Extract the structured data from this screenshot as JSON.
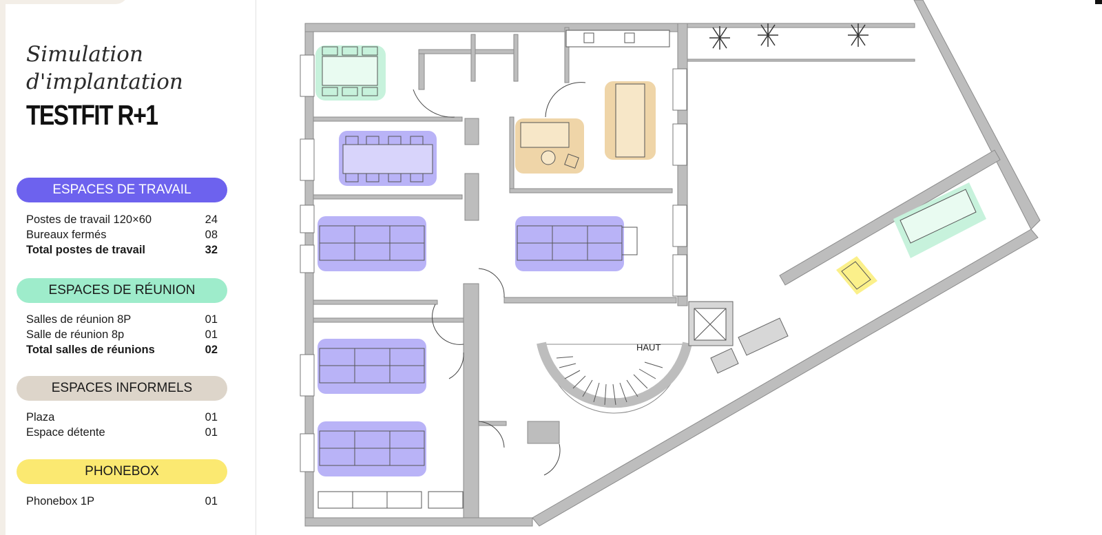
{
  "title": {
    "line1": "Simulation",
    "line2": "d'implantation",
    "line3": "TESTFIT R+1"
  },
  "sections": [
    {
      "key": "travail",
      "heading": "ESPACES DE TRAVAIL",
      "color": "#6d62ee",
      "rows": [
        {
          "label": "Postes de travail 120×60",
          "value": "24"
        },
        {
          "label": "Bureaux fermés",
          "value": "08"
        },
        {
          "label": "Total postes de travail",
          "value": "32",
          "total": true
        }
      ]
    },
    {
      "key": "reunion",
      "heading": "ESPACES DE RÉUNION",
      "color": "#9eeccb",
      "rows": [
        {
          "label": "Salles de réunion 8P",
          "value": "01"
        },
        {
          "label": "Salle de réunion 8p",
          "value": "01"
        },
        {
          "label": "Total salles de réunions",
          "value": "02",
          "total": true
        }
      ]
    },
    {
      "key": "informel",
      "heading": "ESPACES INFORMELS",
      "color": "#ddd5ca",
      "rows": [
        {
          "label": "Plaza",
          "value": "01"
        },
        {
          "label": "Espace détente",
          "value": "01"
        }
      ]
    },
    {
      "key": "phone",
      "heading": "PHONEBOX",
      "color": "#fbe971",
      "rows": [
        {
          "label": "Phonebox 1P",
          "value": "01"
        }
      ]
    }
  ],
  "plan": {
    "stair_label": "HAUT",
    "zone_colors": {
      "workstation": "#b9b3f7",
      "meeting": "#c7f2dc",
      "informal": "#efd5a8",
      "phonebox": "#fbf08a",
      "wall": "#bdbdbd"
    }
  }
}
